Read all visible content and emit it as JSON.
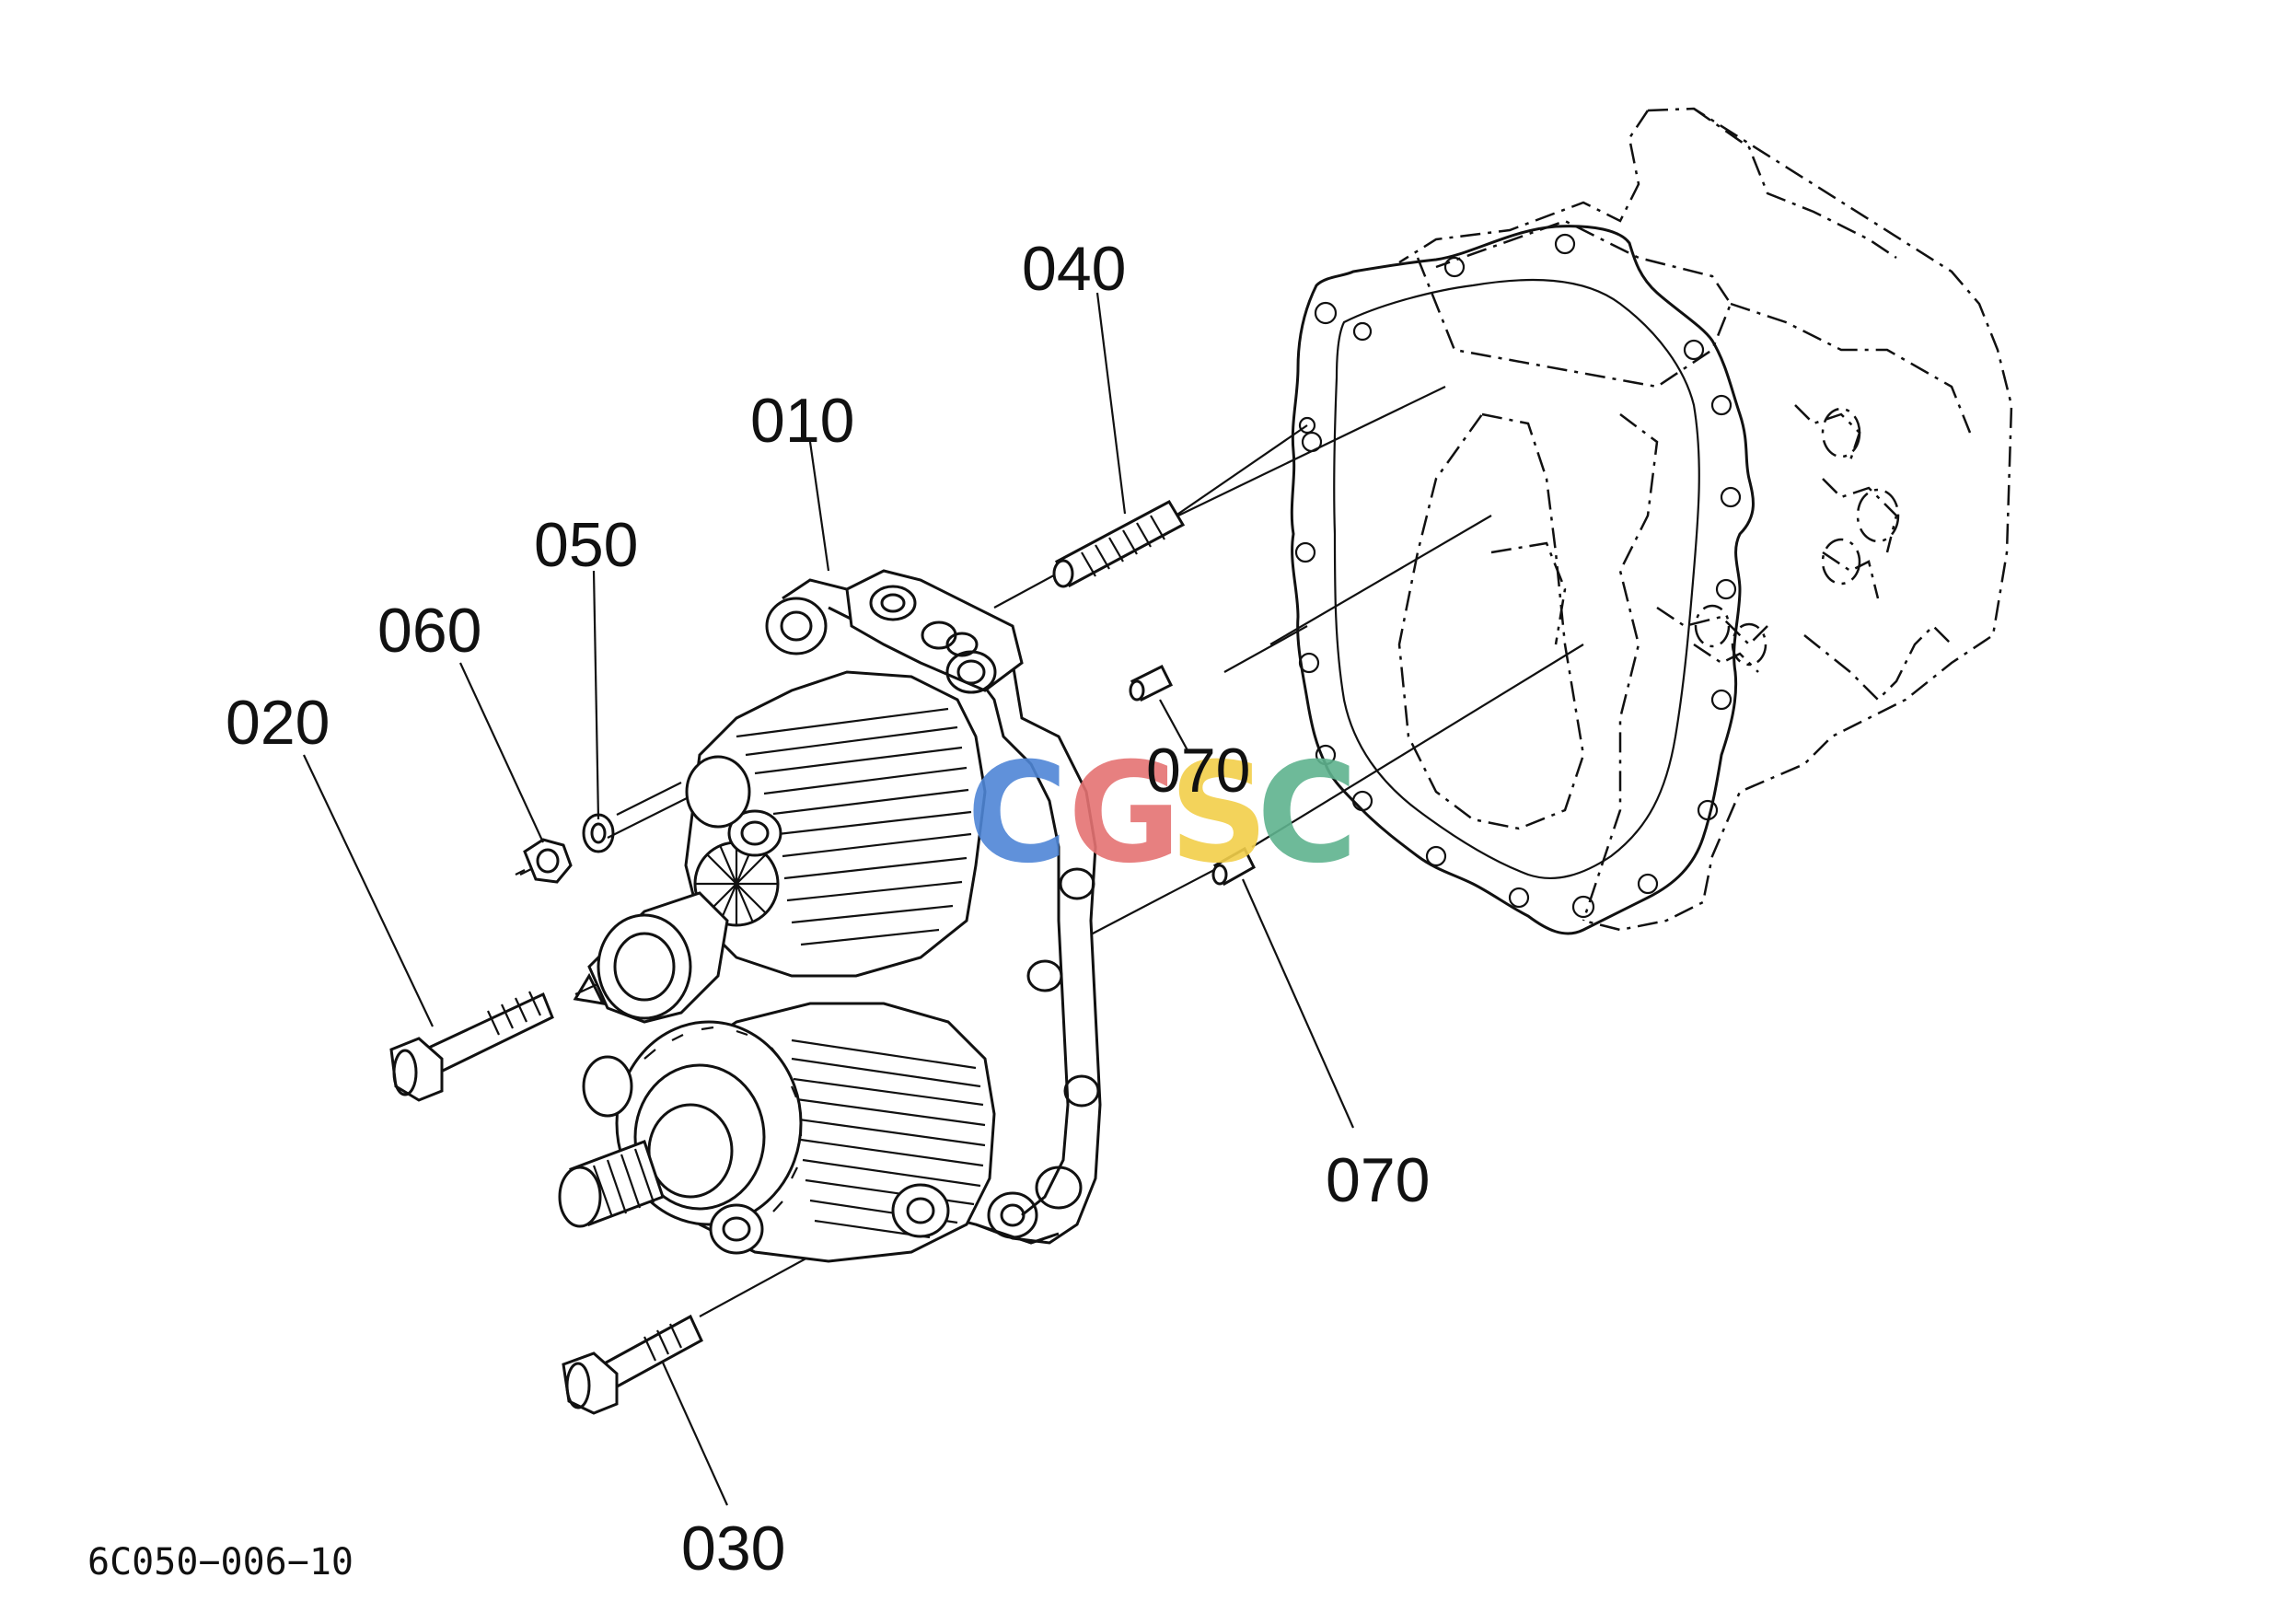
{
  "callouts": {
    "c010": "010",
    "c020": "020",
    "c030": "030",
    "c040": "040",
    "c050": "050",
    "c060": "060",
    "c070a": "070",
    "c070b": "070"
  },
  "reference_code": "6C050−006−10",
  "watermark": {
    "letters": [
      "C",
      "G",
      "S",
      "C"
    ],
    "colors": [
      "#4f86d6",
      "#e57373",
      "#f2cf4a",
      "#5fb38f"
    ]
  }
}
